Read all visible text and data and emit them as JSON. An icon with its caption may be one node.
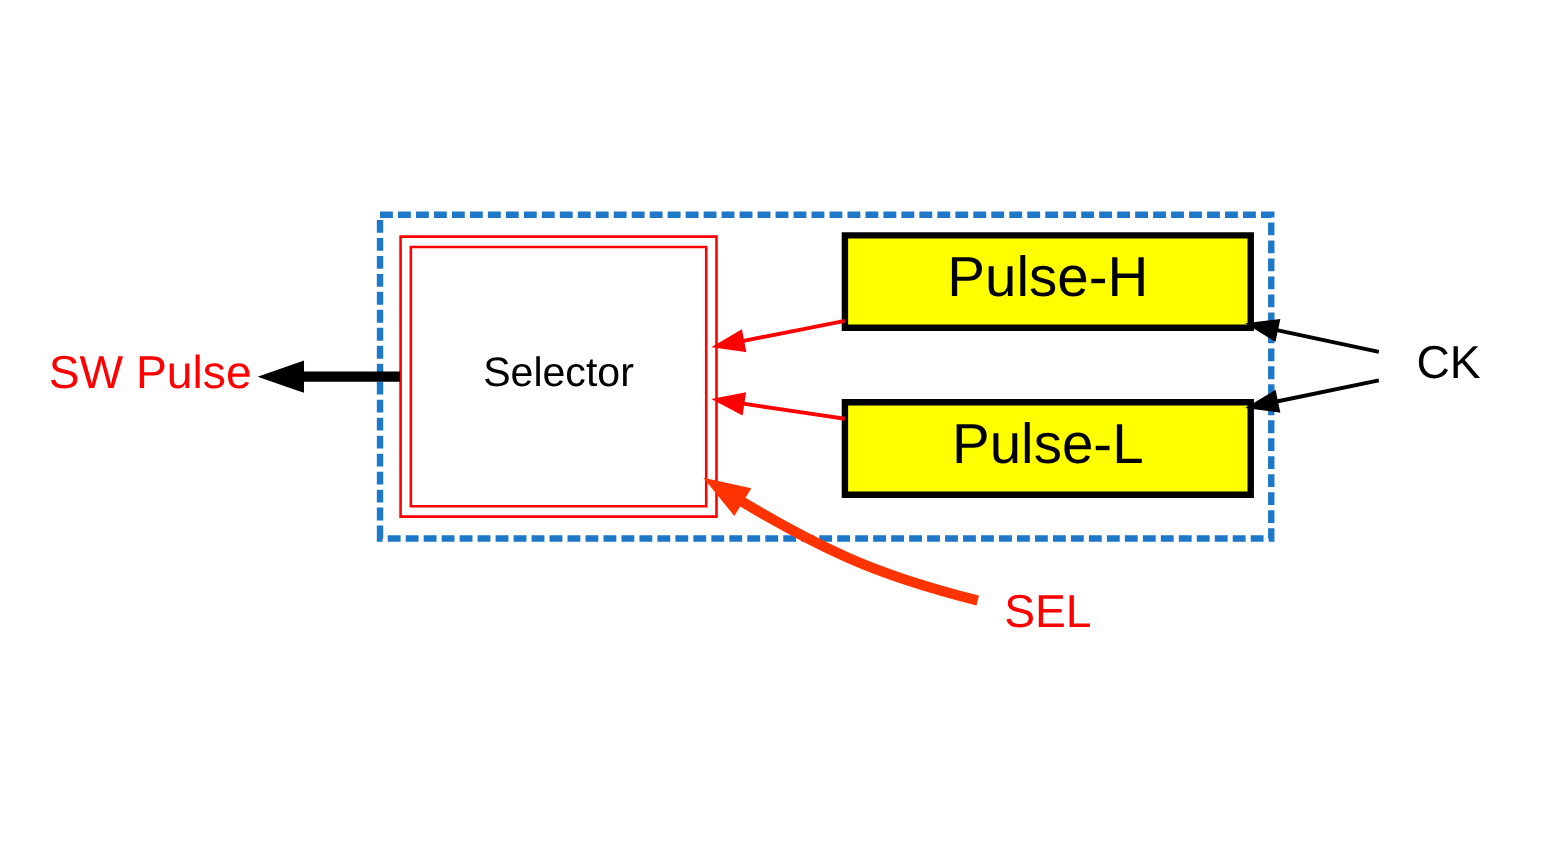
{
  "diagram": {
    "nodes": [
      {
        "text": [],
        "shape": "box"
      },
      {
        "text": [
          "Selector"
        ],
        "in": 0
      },
      {
        "text": [
          "Pulse-H"
        ],
        "in": 0
      },
      {
        "text": [
          "Pulse-L"
        ],
        "in": 0
      },
      {
        "text": [
          "SW Pulse"
        ]
      },
      {
        "text": [
          "SEL"
        ]
      },
      {
        "text": [
          "CK"
        ]
      }
    ],
    "edges": [
      {
        "from": 1,
        "to": 4,
        "arrow": "to",
        "style": "thick"
      },
      {
        "from": 5,
        "to": 1,
        "arrow": "to",
        "style": "thick",
        "color": "#ff3300"
      },
      {
        "from": 2,
        "to": 1,
        "arrow": "to",
        "color": "#ff0000"
      },
      {
        "from": 3,
        "to": 1,
        "arrow": "to",
        "color": "#ff0000"
      },
      {
        "from": 6,
        "to": 2,
        "arrow": "to"
      },
      {
        "from": 6,
        "to": 3,
        "arrow": "to"
      }
    ]
  }
}
